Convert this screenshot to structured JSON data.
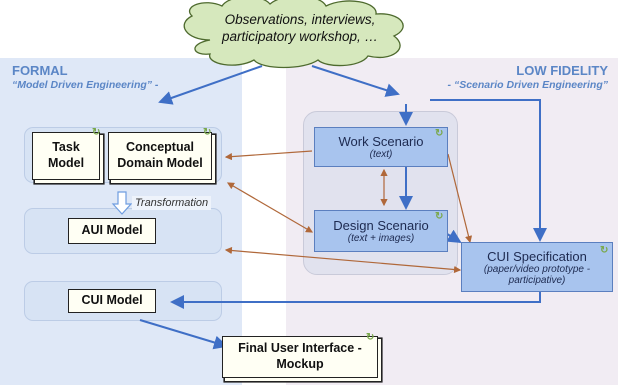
{
  "cloud": {
    "line1": "Observations, interviews,",
    "line2": "participatory workshop, …"
  },
  "formal": {
    "title": "FORMAL",
    "subtitle": "“Model Driven Engineering” -"
  },
  "low_fidelity": {
    "title": "LOW FIDELITY",
    "subtitle": "- “Scenario Driven Engineering”"
  },
  "task_model": {
    "line1": "Task",
    "line2": "Model"
  },
  "conceptual_model": {
    "line1": "Conceptual",
    "line2": "Domain Model"
  },
  "transformation_label": "Transformation",
  "aui_model": "AUI Model",
  "cui_model": "CUI Model",
  "work_scenario": {
    "title": "Work Scenario",
    "note": "(text)"
  },
  "design_scenario": {
    "title": "Design Scenario",
    "note": "(text + images)"
  },
  "cui_spec": {
    "title": "CUI Specification",
    "note1": "(paper/video prototype -",
    "note2": "participative)"
  },
  "final_ui": {
    "line1": "Final User Interface -",
    "line2": "Mockup"
  },
  "colors": {
    "formal_bg": "#dfe8f7",
    "lowfi_bg": "#f1ecf3",
    "accent_blue": "#3f6fc6",
    "accent_brown": "#b0683a",
    "box_fill": "#a8c4ee",
    "cloud_fill": "#d6e8bd",
    "cycle_green": "#7aa84c"
  },
  "icons": {
    "cycle": "refresh-cycle-icon"
  }
}
